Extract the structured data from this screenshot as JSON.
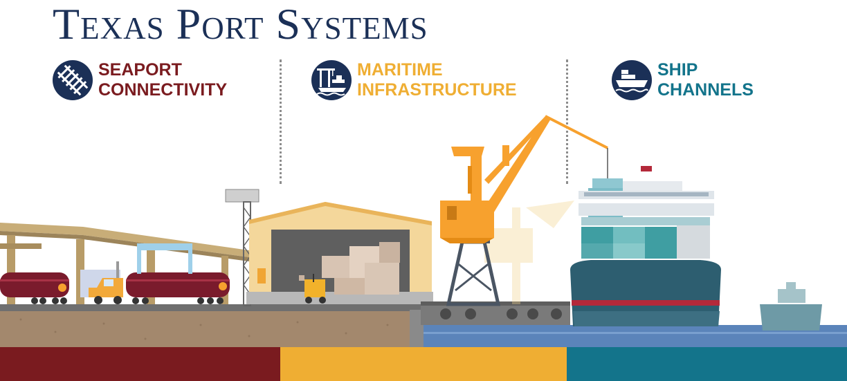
{
  "header": {
    "title": "Texas Port Systems"
  },
  "sections": [
    {
      "label": "SEAPORT\nCONNECTIVITY",
      "icon": "railroad-track-icon",
      "color": "#7a1b1f"
    },
    {
      "label": "MARITIME\nINFRASTRUCTURE",
      "icon": "crane-dock-icon",
      "color": "#efae33"
    },
    {
      "label": "SHIP\nCHANNELS",
      "icon": "ship-icon",
      "color": "#13748b"
    }
  ],
  "colors": {
    "navy": "#1b3057",
    "maroon": "#7a1b1f",
    "gold": "#efae33",
    "teal": "#13748b",
    "water": "#5b84ba"
  }
}
